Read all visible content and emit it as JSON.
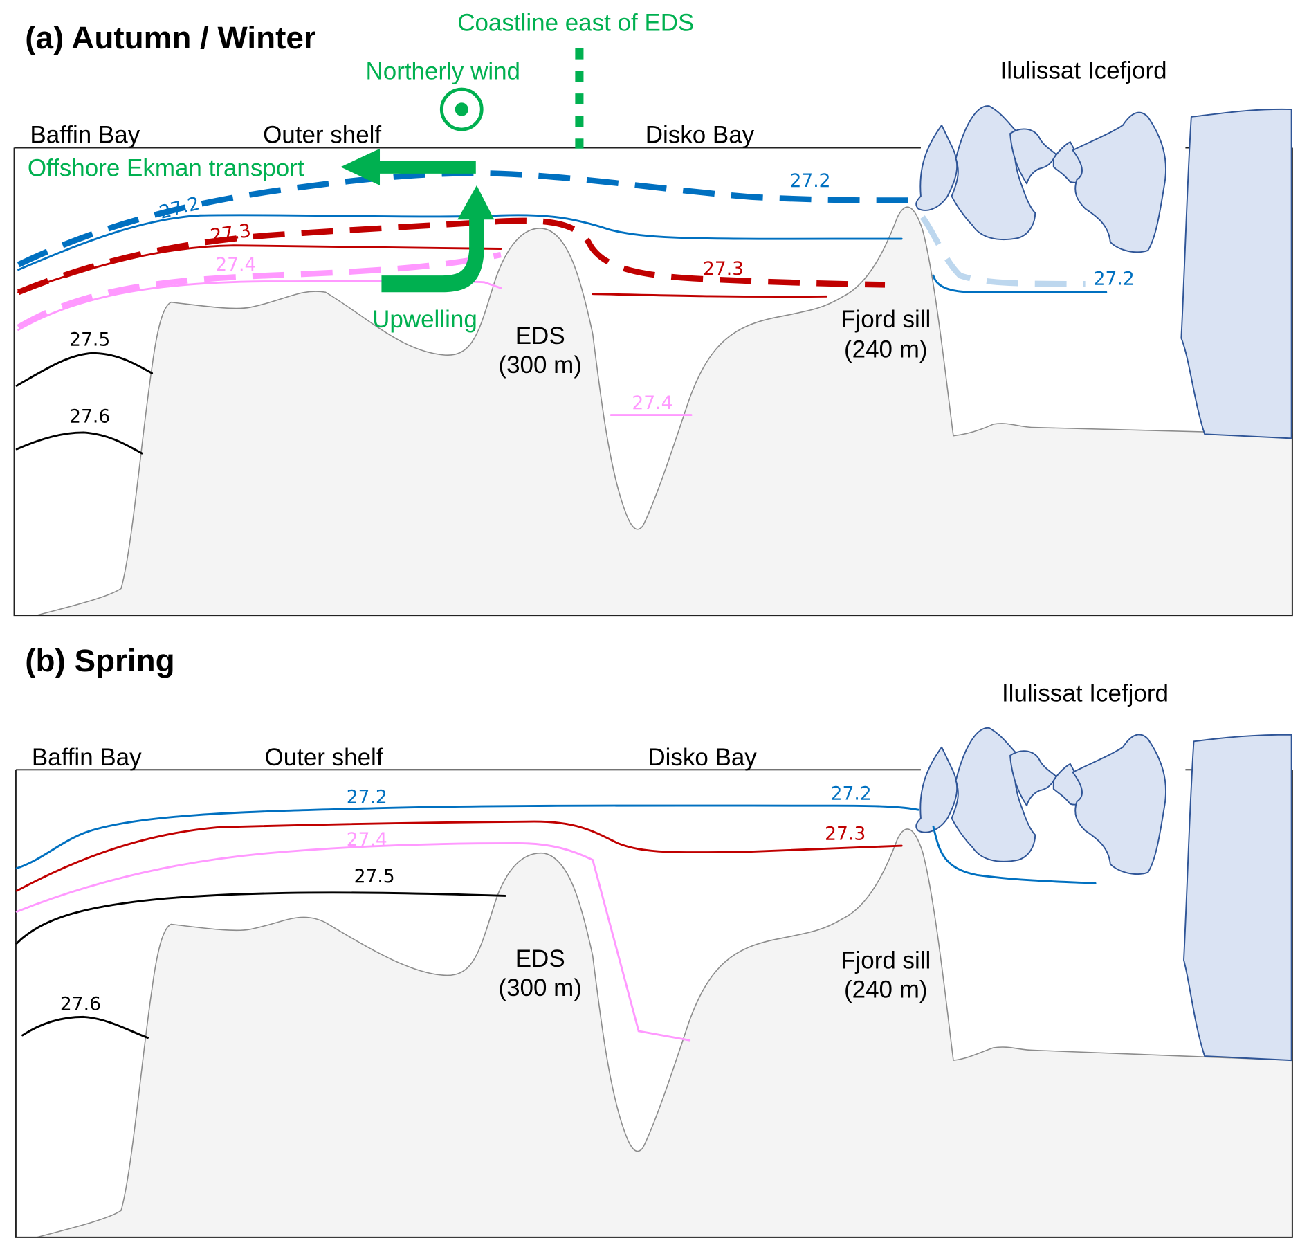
{
  "figure": {
    "colors": {
      "isopycnal_27_2": "#0070C0",
      "isopycnal_27_2_light": "#BDD7EE",
      "isopycnal_27_3": "#C00000",
      "isopycnal_27_4": "#FF99FF",
      "isopycnal_27_5": "#000000",
      "isopycnal_27_6": "#000000",
      "forcing": "#00B050",
      "ice": "#DAE3F3",
      "ice_outline": "#2F5597",
      "seabed": "#F4F4F4"
    },
    "panels": [
      {
        "title": "(a) Autumn / Winter",
        "regions": {
          "baffin_bay": "Baffin Bay",
          "outer_shelf": "Outer shelf",
          "disko_bay": "Disko Bay",
          "icefjord": "Ilulissat Icefjord"
        },
        "features": {
          "eds": "EDS",
          "eds_depth": "(300 m)",
          "sill": "Fjord sill",
          "sill_depth": "(240 m)"
        },
        "annotations": {
          "coastline": "Coastline east of EDS",
          "wind": "Northerly wind",
          "ekman": "Offshore Ekman transport",
          "upwelling": "Upwelling"
        },
        "isopycnal_labels": {
          "a": "27.2",
          "b": "27.3",
          "c": "27.4",
          "d": "27.5",
          "e": "27.6",
          "f": "27.2",
          "g": "27.3",
          "h": "27.4",
          "i": "27.2"
        }
      },
      {
        "title": "(b) Spring",
        "regions": {
          "baffin_bay": "Baffin Bay",
          "outer_shelf": "Outer shelf",
          "disko_bay": "Disko Bay",
          "icefjord": "Ilulissat Icefjord"
        },
        "features": {
          "eds": "EDS",
          "eds_depth": "(300 m)",
          "sill": "Fjord sill",
          "sill_depth": "(240 m)"
        },
        "isopycnal_labels": {
          "a": "27.2",
          "b": "27.4",
          "c": "27.5",
          "d": "27.6",
          "e": "27.2",
          "f": "27.3"
        }
      }
    ]
  }
}
